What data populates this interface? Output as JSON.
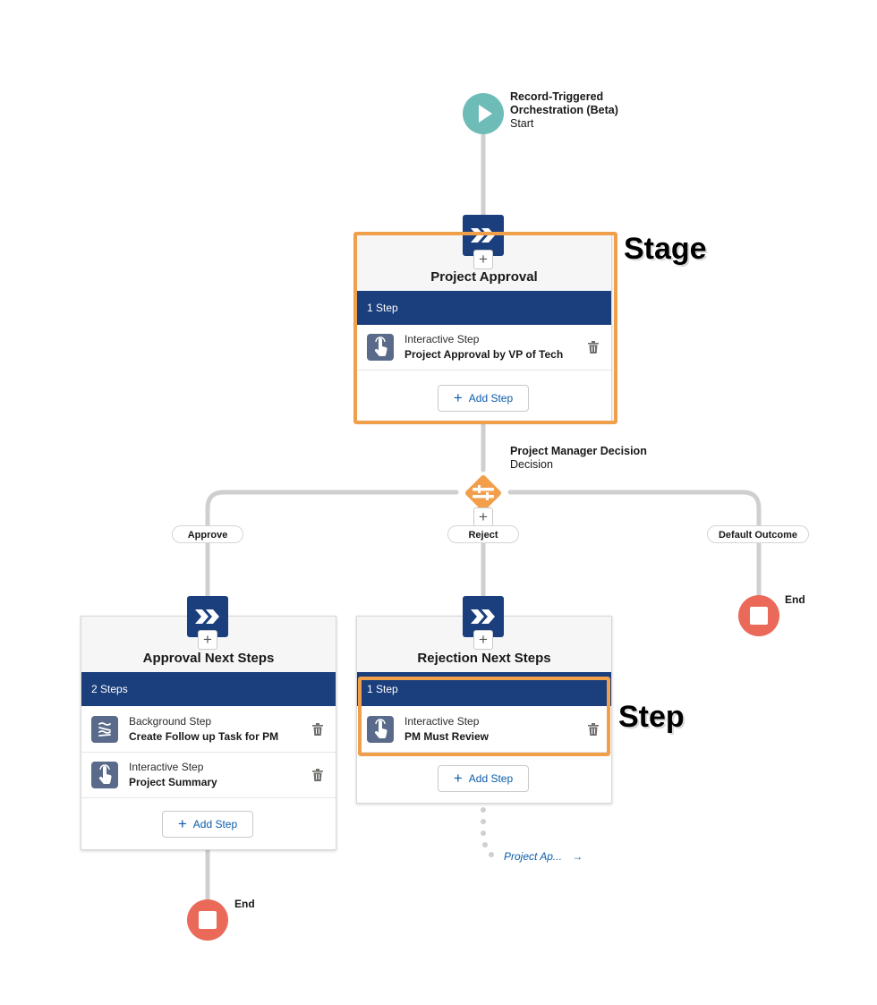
{
  "start": {
    "title": "Record-Triggered Orchestration (Beta)",
    "subtitle": "Start",
    "icon": "play-icon"
  },
  "stage_main": {
    "title": "Project Approval",
    "count": "1 Step",
    "steps": [
      {
        "type": "Interactive Step",
        "name": "Project Approval by VP of Tech",
        "icon": "interactive-step-icon"
      }
    ],
    "add_label": "Add Step"
  },
  "decision": {
    "title": "Project Manager Decision",
    "subtitle": "Decision",
    "icon": "decision-icon"
  },
  "outcomes": {
    "approve": "Approve",
    "reject": "Reject",
    "default": "Default Outcome"
  },
  "stage_approval": {
    "title": "Approval Next Steps",
    "count": "2 Steps",
    "steps": [
      {
        "type": "Background Step",
        "name": "Create Follow up Task for PM",
        "icon": "background-step-icon"
      },
      {
        "type": "Interactive Step",
        "name": "Project Summary",
        "icon": "interactive-step-icon"
      }
    ],
    "add_label": "Add Step"
  },
  "stage_rejection": {
    "title": "Rejection Next Steps",
    "count": "1 Step",
    "steps": [
      {
        "type": "Interactive Step",
        "name": "PM Must Review",
        "icon": "interactive-step-icon"
      }
    ],
    "add_label": "Add Step"
  },
  "goto_link": {
    "text": "Project Ap...",
    "arrow": "→"
  },
  "end_labels": {
    "right": "End",
    "bottom": "End"
  },
  "annotations": {
    "stage": "Stage",
    "step": "Step"
  },
  "colors": {
    "stage_header": "#1b3e7c",
    "highlight": "#f0a04b",
    "start": "#6ebcb8",
    "end": "#ea6959",
    "decision": "#f39e4a",
    "link": "#0b5cab"
  }
}
